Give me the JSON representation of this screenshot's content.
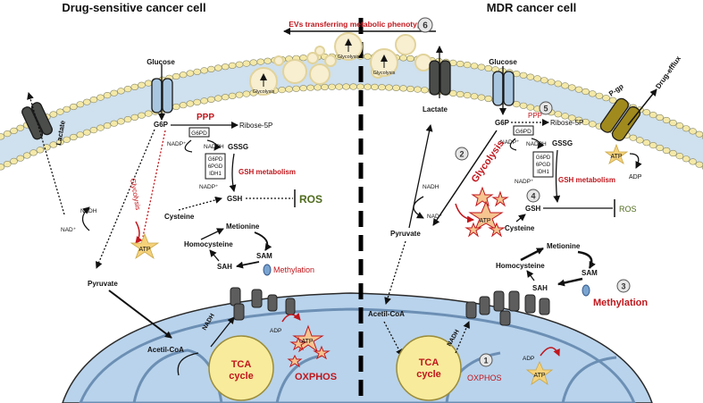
{
  "headers": {
    "left_title": "Drug-sensitive cancer cell",
    "right_title": "MDR cancer cell"
  },
  "ev": {
    "label": "EVs transferring metabolic phenotype",
    "number": "6",
    "vesicle_label": "Glycolysis"
  },
  "left": {
    "glucose": "Glucose",
    "lactate": "Lactate",
    "glycolysis": "Glycolysis",
    "g6p": "G6P",
    "ppp": "PPP",
    "ribose": "Ribose-5P",
    "g6pd": "G6PD",
    "nadp_plus": "NADP⁺",
    "nadph": "NADPH",
    "gssg": "GSSG",
    "enzymes": [
      "G6PD",
      "6PGD",
      "IDH1"
    ],
    "gsh_metabolism": "GSH metabolism",
    "nadp2": "NADP⁺",
    "gsh": "GSH",
    "ros": "ROS",
    "cysteine": "Cysteine",
    "metionine": "Metionine",
    "homocysteine": "Homocysteine",
    "sam": "SAM",
    "sah": "SAH",
    "methylation": "Methylation",
    "nadh": "NADH",
    "nad_plus": "NAD⁺",
    "atp": "ATP",
    "pyruvate": "Pyruvate",
    "acetyl_coa": "Acetil-CoA",
    "nadh_mito": "NADH",
    "tca": [
      "TCA",
      "cycle"
    ],
    "adp": "ADP",
    "atp_mito": "ATP",
    "oxphos": "OXPHOS"
  },
  "right": {
    "lactate": "Lactate",
    "glucose": "Glucose",
    "g6p": "G6P",
    "ppp": "PPP",
    "ribose": "Ribose-5P",
    "g6pd": "G6PD",
    "nadp_plus": "NADP⁺",
    "nadph": "NADPH",
    "gssg": "GSSG",
    "enzymes": [
      "G6PD",
      "6PGD",
      "IDH1"
    ],
    "gsh_metabolism": "GSH metabolism",
    "nadp2": "NADP⁺",
    "gsh": "GSH",
    "ros": "ROS",
    "cysteine": "Cysteine",
    "metionine": "Metionine",
    "homocysteine": "Homocysteine",
    "sam": "SAM",
    "sah": "SAH",
    "methylation": "Methylation",
    "glycolysis": "Glycolysis",
    "nadh": "NADH",
    "nad_plus": "NAD⁺",
    "atp": "ATP",
    "pyruvate": "Pyruvate",
    "acetyl_coa": "Acetil-CoA",
    "nadh_mito": "NADH",
    "tca": [
      "TCA",
      "cycle"
    ],
    "adp": "ADP",
    "atp_mito": "ATP",
    "oxphos": "OXPHOS",
    "drug_efflux": "Drug-efflux",
    "pgp": "P-gp",
    "atp_pgp": "ATP",
    "adp_pgp": "ADP",
    "markers": [
      "1",
      "2",
      "3",
      "4",
      "5"
    ]
  },
  "colors": {
    "red": "#c0161c",
    "ros_green": "#4f6b1e",
    "membrane_blue": "#cfe0ee",
    "lipid_head": "#f5e9a8",
    "mito_fill": "#b9d3ec",
    "tca_fill": "#f8eb9c",
    "transporter_blue": "#a9c6e0",
    "transporter_gray": "#4a4d49",
    "pgp_olive": "#a08a1e"
  }
}
